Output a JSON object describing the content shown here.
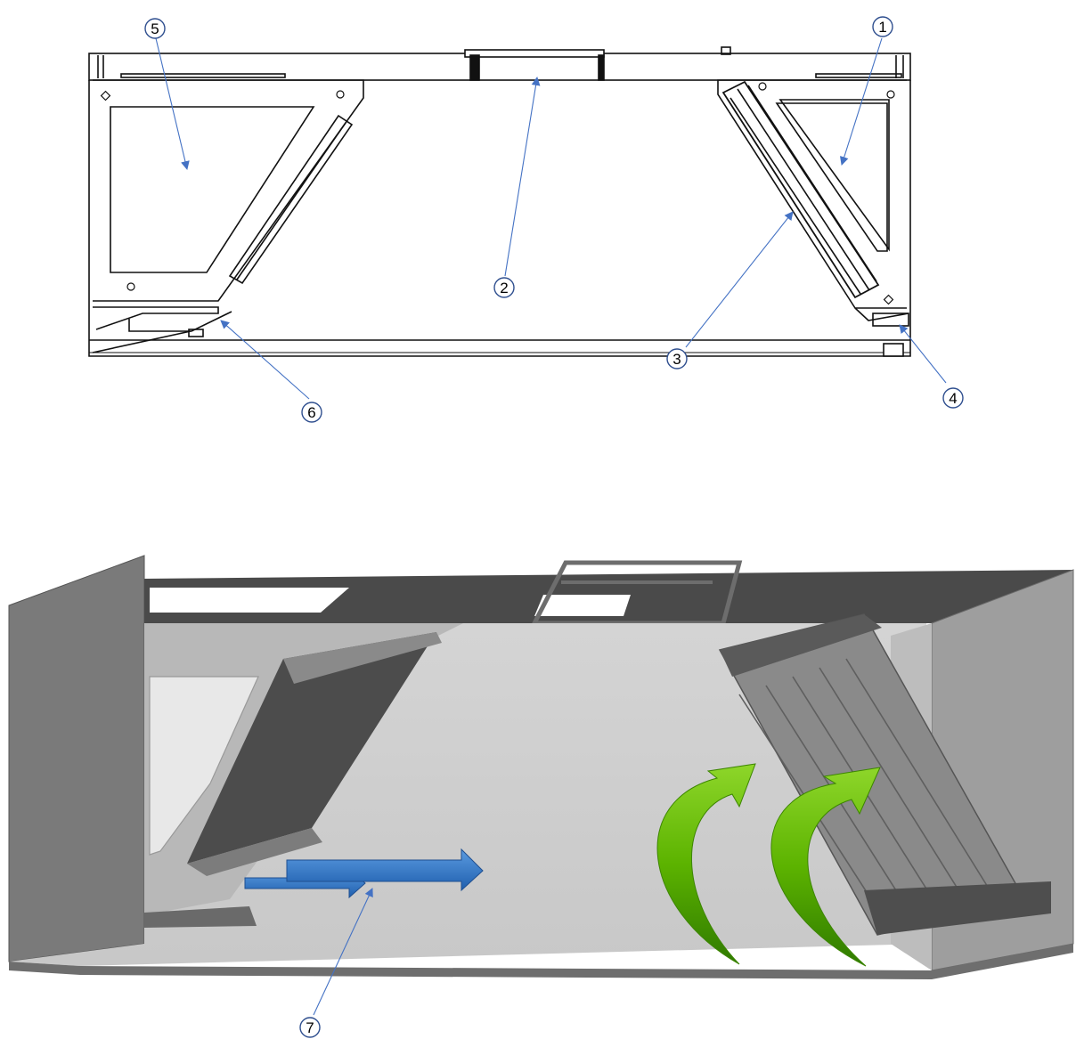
{
  "callouts": {
    "c1": "1",
    "c2": "2",
    "c3": "3",
    "c4": "4",
    "c5": "5",
    "c6": "6",
    "c7": "7"
  },
  "colors": {
    "leader": "#4472c4",
    "outline": "#111111",
    "hood_light": "#d3d3d3",
    "hood_mid": "#9a9a9a",
    "hood_dark": "#555555",
    "flow_blue": "#2e75c8",
    "flow_green": "#5fb000"
  }
}
